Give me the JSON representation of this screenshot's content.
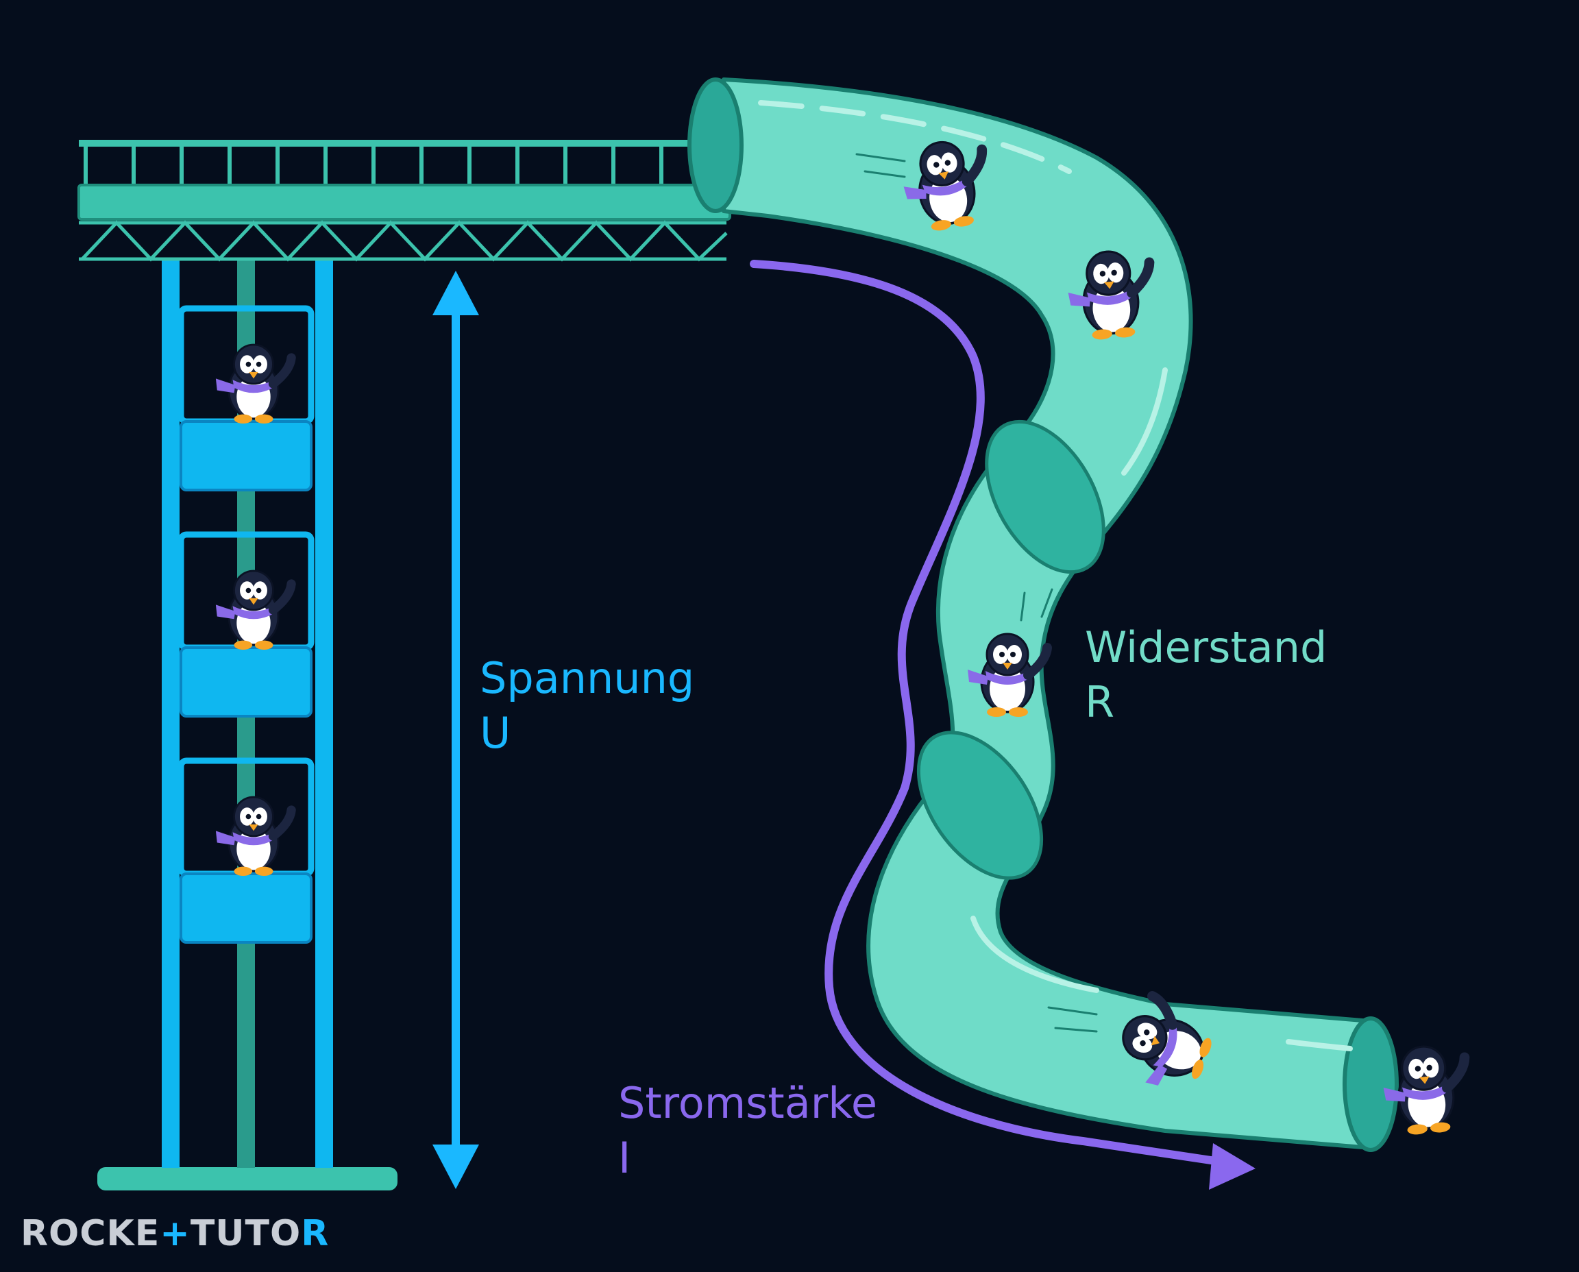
{
  "labels": {
    "voltage": {
      "name": "Spannung",
      "symbol": "U"
    },
    "resistance": {
      "name": "Widerstand",
      "symbol": "R"
    },
    "current": {
      "name": "Stromstärke",
      "symbol": "I"
    }
  },
  "logo": {
    "part1": "ROCKE",
    "plus": "+",
    "part2": "TUTO",
    "part3": "R"
  },
  "colors": {
    "background": "#050d1c",
    "voltage": "#1ab8ff",
    "tower": "#0fb7f0",
    "slide_fill": "#6fdcc8",
    "slide_stroke": "#1a7f70",
    "platform": "#3cc3ad",
    "current": "#8a68ee",
    "resistance_text": "#72dcc8",
    "penguin_scarf": "#8a6ae8",
    "logo": "#c9ced6"
  }
}
